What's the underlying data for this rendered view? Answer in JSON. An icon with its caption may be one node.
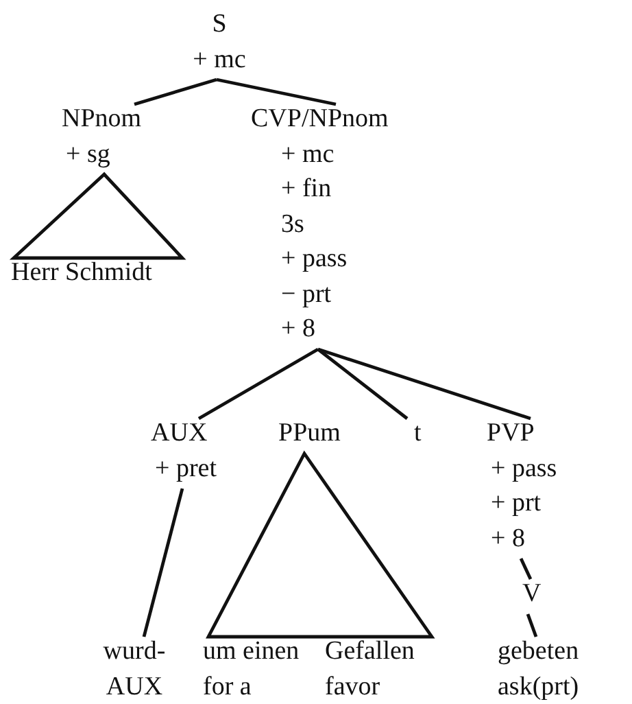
{
  "diagram": {
    "nodes": [
      {
        "text": [
          "S",
          "+ mc"
        ]
      },
      {
        "text": [
          "NPnom",
          "+ sg"
        ]
      },
      {
        "text": [
          "Herr Schmidt"
        ]
      },
      {
        "text": [
          "CVP/NPnom",
          "+ mc",
          "+ fin",
          "3s",
          "+ pass",
          "− prt",
          "+ 8"
        ]
      },
      {
        "text": [
          "AUX",
          "+ pret"
        ]
      },
      {
        "text": [
          "PPum"
        ]
      },
      {
        "text": [
          "t"
        ]
      },
      {
        "text": [
          "PVP",
          "+ pass",
          "+ prt",
          "+ 8"
        ]
      },
      {
        "text": [
          "wurd-",
          "AUX"
        ]
      },
      {
        "text": [
          "um einen",
          "Gefallen",
          "for a",
          "favor"
        ]
      },
      {
        "text": [
          "V"
        ]
      },
      {
        "text": [
          "gebeten",
          "ask(prt)"
        ]
      }
    ],
    "edges": [
      {
        "from": 0,
        "to": 1,
        "arrow": "none"
      },
      {
        "from": 0,
        "to": 3,
        "arrow": "none"
      },
      {
        "from": 1,
        "to": 2,
        "arrow": "none"
      },
      {
        "from": 3,
        "to": 4,
        "arrow": "none"
      },
      {
        "from": 3,
        "to": 6,
        "arrow": "none"
      },
      {
        "from": 3,
        "to": 7,
        "arrow": "none"
      },
      {
        "from": 4,
        "to": 8,
        "arrow": "none"
      },
      {
        "from": 5,
        "to": 9,
        "arrow": "none"
      },
      {
        "from": 7,
        "to": 10,
        "arrow": "none"
      },
      {
        "from": 10,
        "to": 11,
        "arrow": "none"
      }
    ]
  }
}
